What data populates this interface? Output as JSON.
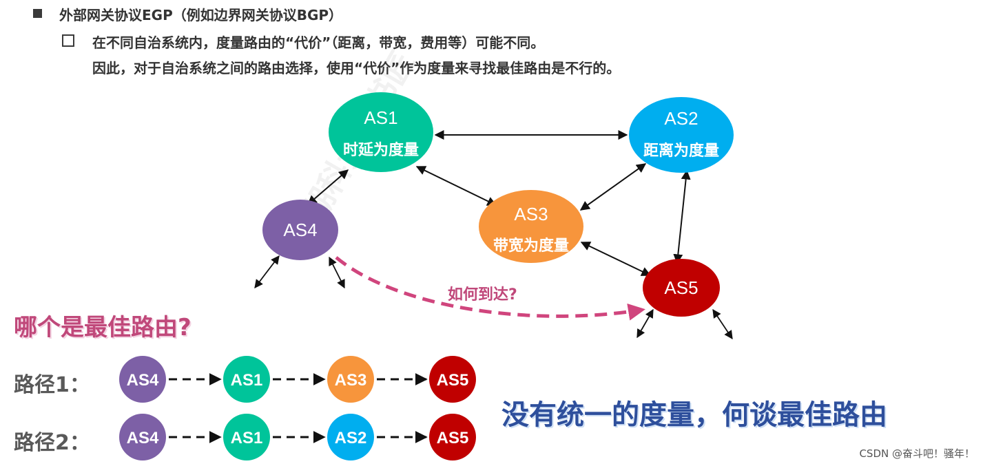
{
  "heading": {
    "text": "外部网关协议EGP（例如边界网关协议BGP）",
    "sub_line1": "在不同自治系统内，度量路由的“代价”（距离，带宽，费用等）可能不同。",
    "sub_line2": "因此，对于自治系统之间的路由选择，使用“代价”作为度量来寻找最佳路由是不行的。"
  },
  "nodes": {
    "as1": {
      "name": "AS1",
      "metric": "时延为度量",
      "color": "#00c49a"
    },
    "as2": {
      "name": "AS2",
      "metric": "距离为度量",
      "color": "#00aeef"
    },
    "as3": {
      "name": "AS3",
      "metric": "带宽为度量",
      "color": "#f7953c"
    },
    "as4": {
      "name": "AS4",
      "color": "#7d60a6"
    },
    "as5": {
      "name": "AS5",
      "color": "#c00000"
    }
  },
  "question": "哪个是最佳路由?",
  "how_label": "如何到达?",
  "paths": [
    {
      "label": "路径1：",
      "nodes": [
        {
          "name": "AS4",
          "color": "#7d60a6"
        },
        {
          "name": "AS1",
          "color": "#00c49a"
        },
        {
          "name": "AS3",
          "color": "#f7953c"
        },
        {
          "name": "AS5",
          "color": "#c00000"
        }
      ]
    },
    {
      "label": "路径2：",
      "nodes": [
        {
          "name": "AS4",
          "color": "#7d60a6"
        },
        {
          "name": "AS1",
          "color": "#00c49a"
        },
        {
          "name": "AS2",
          "color": "#00aeef"
        },
        {
          "name": "AS5",
          "color": "#c00000"
        }
      ]
    }
  ],
  "conclusion": "没有统一的度量，何谈最佳路由",
  "credit": "CSDN @奋斗吧！骚年！",
  "watermark": "湖科大教书匠",
  "colors": {
    "dashed_path": "#d0457d",
    "text": "#333333"
  }
}
